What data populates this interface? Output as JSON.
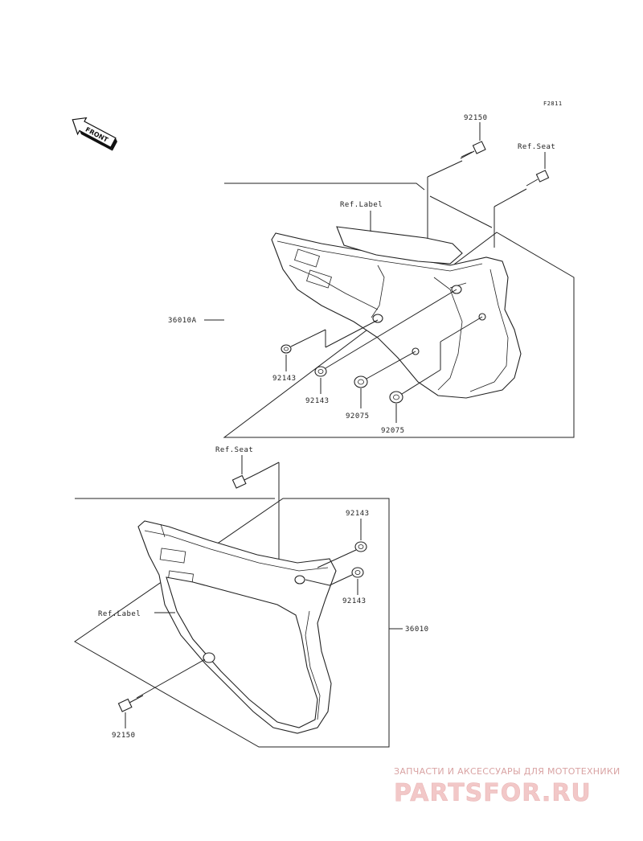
{
  "figure_code": "F2811",
  "front_arrow_label": "FRONT",
  "labels": {
    "top_bolt": "92150",
    "ref_seat_top": "Ref.Seat",
    "ref_label_top": "Ref.Label",
    "assembly_a": "36010A",
    "grommet_a1": "92143",
    "grommet_a2": "92143",
    "damper_a1": "92075",
    "damper_a2": "92075",
    "ref_seat_bottom": "Ref.Seat",
    "grommet_b1": "92143",
    "grommet_b2": "92143",
    "ref_label_bottom": "Ref.Label",
    "assembly_b": "36010",
    "bottom_bolt": "92150"
  },
  "watermark": {
    "line1": "ЗАПЧАСТИ И АКСЕССУАРЫ ДЛЯ МОТОТЕХНИКИ",
    "line2": "PARTSFOR.RU"
  }
}
